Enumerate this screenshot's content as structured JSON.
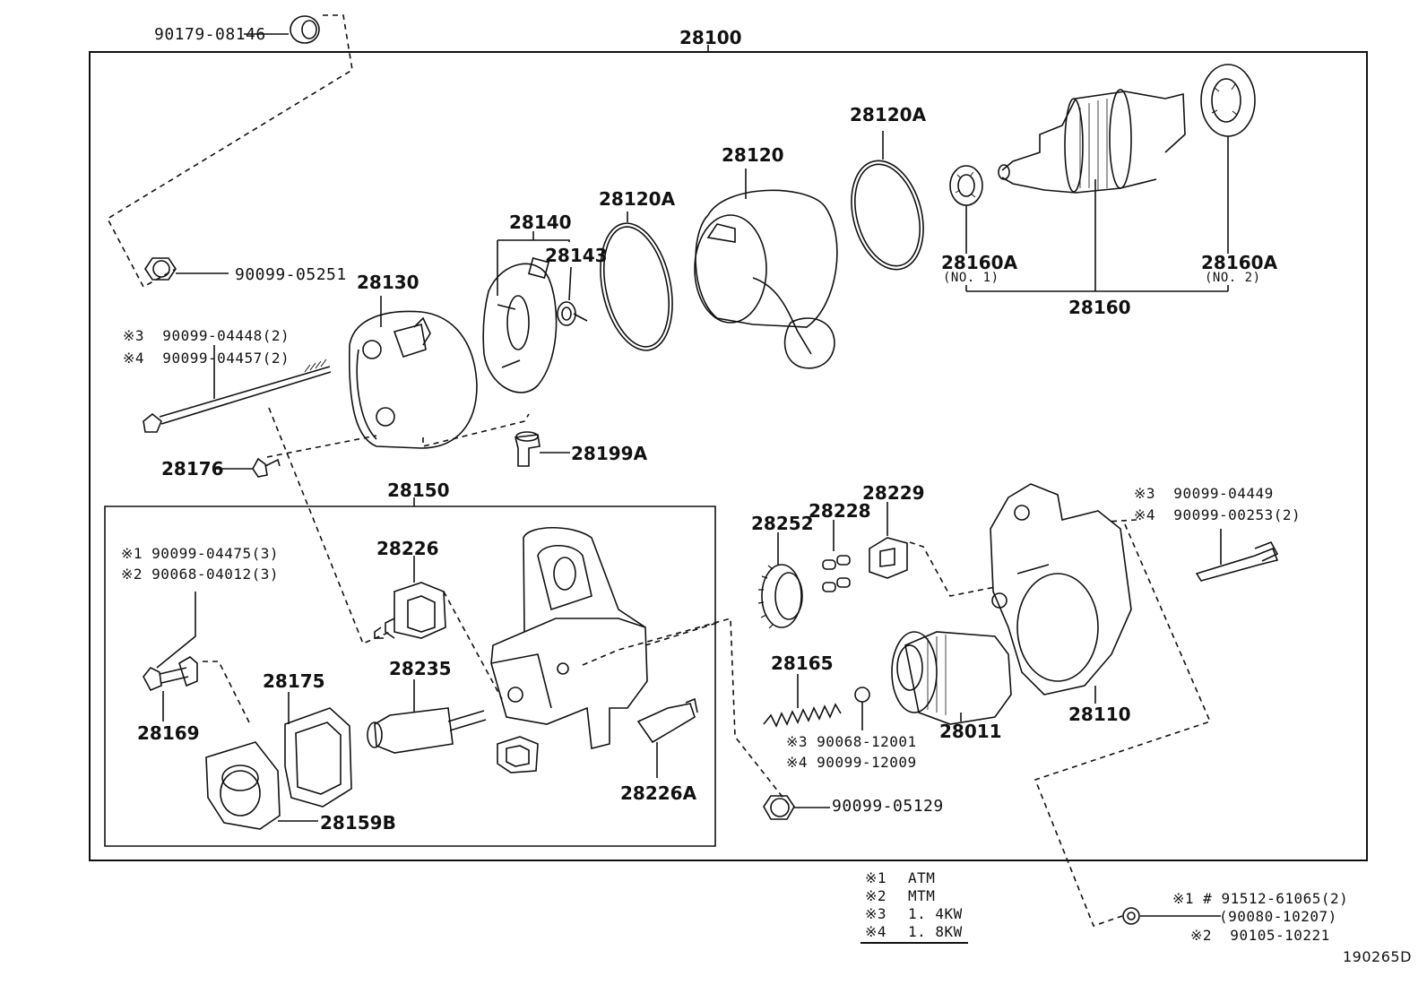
{
  "diagram": {
    "catalog_code": "190265D",
    "assembly": "28100",
    "parts": {
      "p90179_08146": "90179-08146",
      "p28100": "28100",
      "p90099_05251": "90099-05251",
      "p28130": "28130",
      "p28140": "28140",
      "p28143": "28143",
      "p28120A_1": "28120A",
      "p28120": "28120",
      "p28120A_2": "28120A",
      "p28160A_1": "28160A",
      "p28160A_1_sub": "(NO. 1)",
      "p28160A_2": "28160A",
      "p28160A_2_sub": "(NO. 2)",
      "p28160": "28160",
      "bolt_note_3": "※3  90099-04448(2)",
      "bolt_note_4": "※4  90099-04457(2)",
      "p28199A": "28199A",
      "p28176": "28176",
      "p28150": "28150",
      "screw_note_1": "※1 90099-04475(3)",
      "screw_note_2": "※2 90068-04012(3)",
      "p28226": "28226",
      "p28169": "28169",
      "p28175": "28175",
      "p28235": "28235",
      "p28159B": "28159B",
      "p28226A": "28226A",
      "p28252": "28252",
      "p28228": "28228",
      "p28229": "28229",
      "p28165": "28165",
      "ball_note_3": "※3 90068-12001",
      "ball_note_4": "※4 90099-12009",
      "p90099_05129": "90099-05129",
      "p28011": "28011",
      "p28110": "28110",
      "bolt2_note_3": "※3  90099-04449",
      "bolt2_note_4": "※4  90099-00253(2)",
      "nut_note_1": "※1 # 91512-61065(2)",
      "nut_note_1b": "(90080-10207)",
      "nut_note_2": "※2  90105-10221"
    },
    "legend": [
      {
        "mark": "※1",
        "text": "ATM"
      },
      {
        "mark": "※2",
        "text": "MTM"
      },
      {
        "mark": "※3",
        "text": "1. 4KW"
      },
      {
        "mark": "※4",
        "text": "1. 8KW"
      }
    ]
  }
}
